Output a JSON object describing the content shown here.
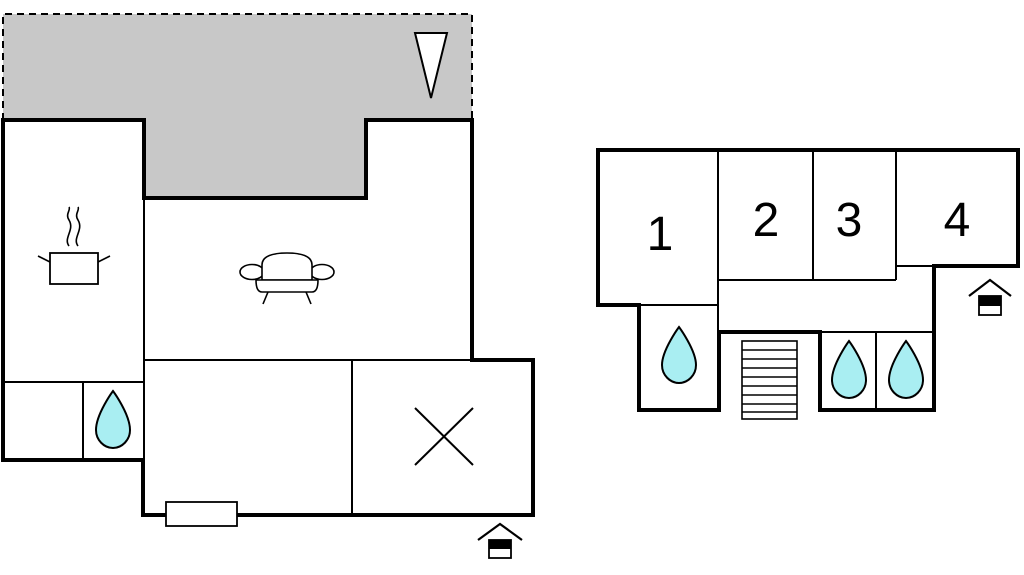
{
  "rooms": {
    "room_1": "1",
    "room_2": "2",
    "room_3": "3",
    "room_4": "4"
  },
  "icons": {
    "cooking": "cooking-pot-icon",
    "living": "sofa-icon",
    "bathroom": "water-drop-icon",
    "double_height": "cross-icon",
    "stairs": "stairs-icon",
    "entrance": "entrance-icon",
    "north": "north-arrow-icon"
  },
  "colors": {
    "terrace": "#c8c8c8",
    "water_drop": "#a9eef2",
    "walls": "#000000"
  }
}
